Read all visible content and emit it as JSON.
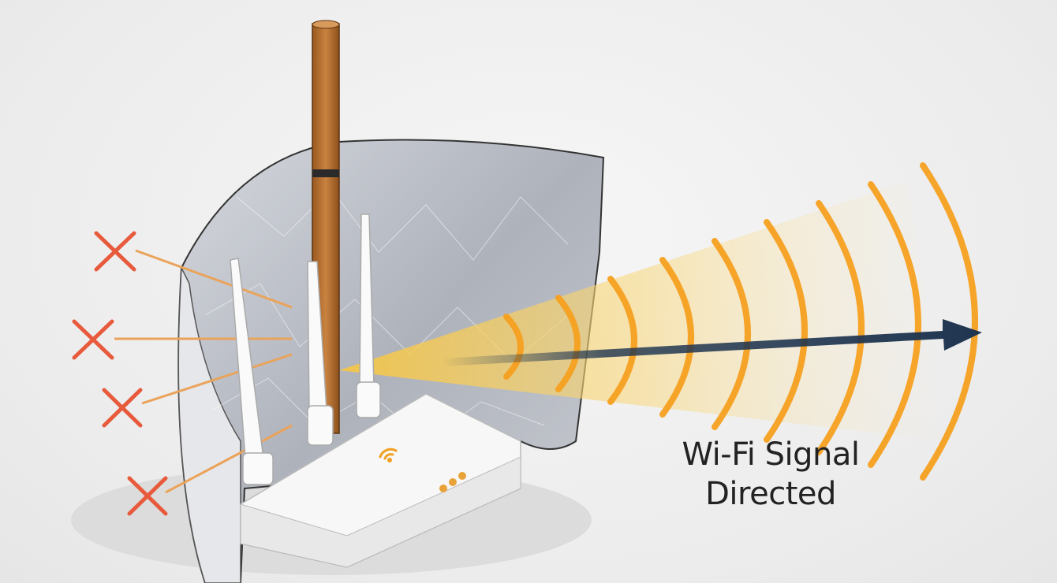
{
  "label": {
    "line1": "Wi-Fi Signal",
    "line2": "Directed"
  },
  "colors": {
    "background": "#efefef",
    "foil": "#b9bcc4",
    "wood": "#b86f2e",
    "router": "#f7f7f7",
    "blocked_x": "#e85a3c",
    "blocked_line": "#eaa35a",
    "signal_arc": "#f5a020",
    "cone": "#f7c640",
    "arrow": "#1f3550"
  },
  "icons": {
    "router_wifi": "wifi-icon",
    "blocked": "x-icon",
    "direction": "arrow-right-icon"
  },
  "blocked_count": 4,
  "signal_arc_count": 9
}
